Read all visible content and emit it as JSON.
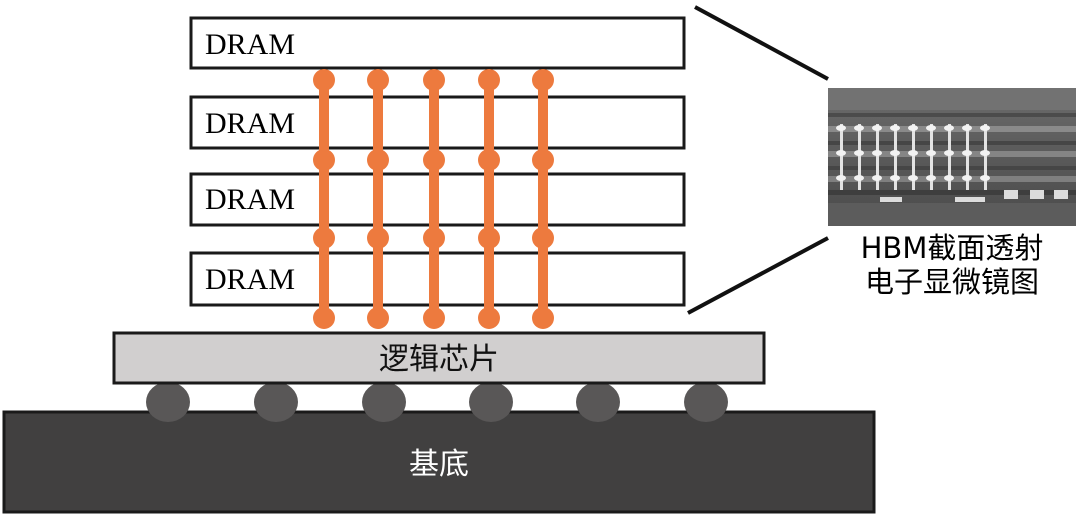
{
  "dram_layers": [
    "DRAM",
    "DRAM",
    "DRAM",
    "DRAM"
  ],
  "logic_chip": {
    "label": "逻辑芯片"
  },
  "substrate": {
    "label": "基底"
  },
  "tem_inset": {
    "caption_line1": "HBM截面透射",
    "caption_line2": "电子显微镜图"
  },
  "colors": {
    "tsv": "#ed7a3e",
    "logic_fill": "#d1cfcf",
    "substrate_fill": "#414040",
    "bump_fill": "#595757",
    "outline": "#1a1a1a"
  }
}
